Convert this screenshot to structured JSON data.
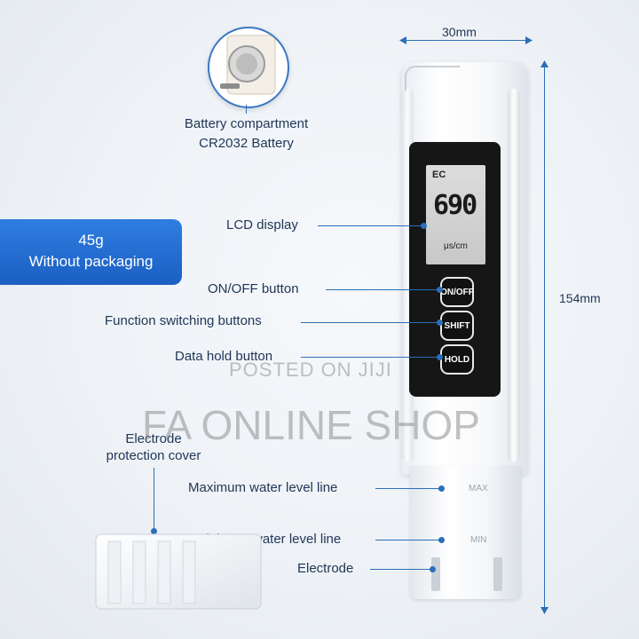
{
  "dimensions": {
    "width_label": "30mm",
    "height_label": "154mm"
  },
  "badge": {
    "line1": "45g",
    "line2": "Without packaging"
  },
  "labels": {
    "battery_line1": "Battery compartment",
    "battery_line2": "CR2032 Battery",
    "lcd": "LCD display",
    "onoff": "ON/OFF button",
    "function": "Function switching buttons",
    "hold": "Data hold button",
    "cover_line1": "Electrode",
    "cover_line2": "protection cover",
    "max_line": "Maximum water level line",
    "min_line": "Minimum water level line",
    "electrode": "Electrode"
  },
  "device": {
    "lcd_mode": "EC",
    "lcd_value": "690",
    "lcd_unit": "μs/cm",
    "btn_onoff": "ON/OFF",
    "btn_shift": "SHIFT",
    "btn_hold": "HOLD",
    "mark_max": "MAX",
    "mark_min": "MIN"
  },
  "watermarks": {
    "posted": "POSTED ON JIJI",
    "shop": "FA ONLINE SHOP"
  },
  "colors": {
    "accent": "#2a6fb8",
    "badge": "#1f6bd0",
    "text": "#1f3556"
  }
}
